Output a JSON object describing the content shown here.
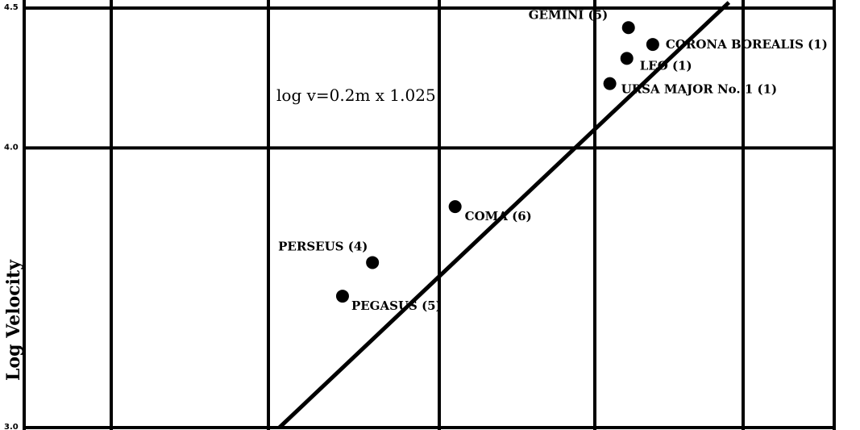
{
  "chart_data": {
    "type": "scatter",
    "ylabel": "Log Velocity",
    "xlabel": "",
    "ylim": [
      3.0,
      4.5
    ],
    "y_ticks": [
      "3.0",
      "4.0",
      "4.5"
    ],
    "equation": "log v=0.2m x 1.025",
    "grid": true,
    "points": [
      {
        "label": "GEMINI (5)",
        "x": 0.746,
        "y": 4.43
      },
      {
        "label": "CORONA BOREALIS (1)",
        "x": 0.776,
        "y": 4.37
      },
      {
        "label": "LEO (1)",
        "x": 0.744,
        "y": 4.32
      },
      {
        "label": "URSA MAJOR No. 1 (1)",
        "x": 0.723,
        "y": 4.23
      },
      {
        "label": "COMA (6)",
        "x": 0.532,
        "y": 3.79
      },
      {
        "label": "PERSEUS (4)",
        "x": 0.43,
        "y": 3.59
      },
      {
        "label": "PEGASUS (5)",
        "x": 0.393,
        "y": 3.47
      }
    ],
    "fit_line": {
      "x": [
        0.315,
        0.87
      ],
      "y": [
        3.0,
        4.52
      ]
    }
  }
}
